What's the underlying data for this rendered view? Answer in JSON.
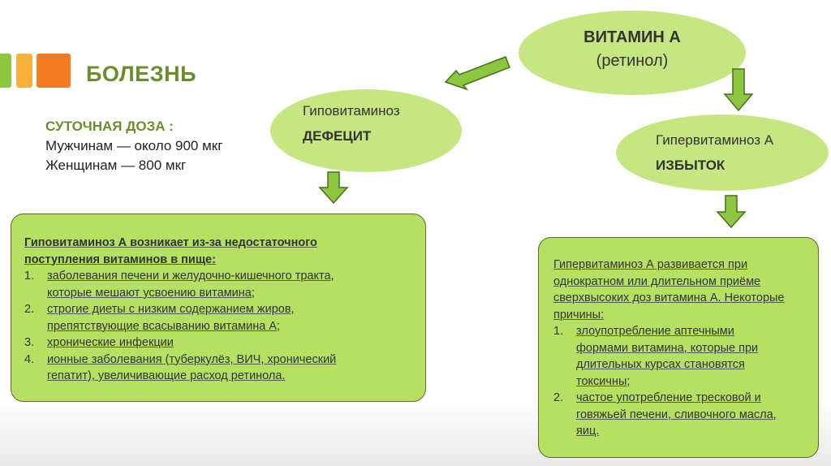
{
  "title": "БОЛЕЗНЬ",
  "dose": {
    "heading": "СУТОЧНАЯ ДОЗА :",
    "men": "Мужчинам — около 900 мкг",
    "women": "Женщинам — 800 мкг"
  },
  "vitamin": {
    "name": "ВИТАМИН А",
    "alt": "(ретинол)"
  },
  "hypo": {
    "label": "Гиповитаминоз",
    "status": "ДЕФЕЦИТ"
  },
  "hyper": {
    "label": "Гипервитаминоз А",
    "status": "ИЗБЫТОК"
  },
  "hypo_box": {
    "heading_1": "Гиповитаминоз А  возникает из-за недостаточного",
    "heading_2": "поступления витаминов в пище:",
    "items": [
      {
        "num": "1.",
        "lines": [
          "заболевания печени и желудочно-кишечного тракта,",
          "которые мешают усвоению витамина;"
        ]
      },
      {
        "num": "2.",
        "lines": [
          "строгие диеты с низким содержанием жиров,",
          "препятствующие всасыванию витамина А;"
        ]
      },
      {
        "num": "3.",
        "lines": [
          "хронические инфекции"
        ]
      },
      {
        "num": "4.",
        "lines": [
          "ионные заболевания (туберкулёз, ВИЧ, хронический",
          "гепатит), увеличивающие расход ретинола."
        ]
      }
    ]
  },
  "hyper_box": {
    "intro": [
      "Гипервитаминоз А развивается при",
      "однократном или длительном приёме",
      "сверхвысоких доз витамина А. Некоторые",
      "причины:"
    ],
    "items": [
      {
        "num": "1.",
        "lines": [
          "злоупотребление аптечными",
          "формами витамина, которые при",
          "длительных курсах становятся",
          "токсичны;"
        ]
      },
      {
        "num": "2.",
        "lines": [
          "частое употребление тресковой и",
          "говяжьей печени, сливочного масла,",
          "яиц."
        ]
      }
    ]
  },
  "colors": {
    "accent_green": "#8dc63f",
    "ellipse": "#c6e681",
    "box": "#b5e061",
    "title": "#6a8f2a"
  }
}
